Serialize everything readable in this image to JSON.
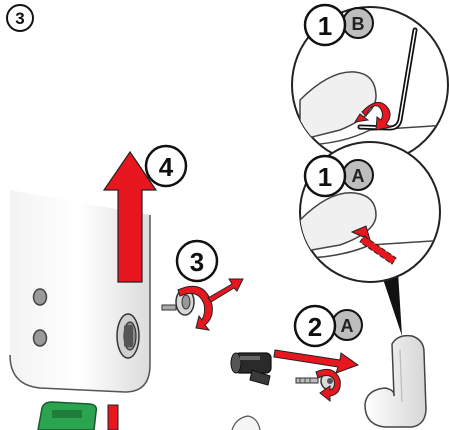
{
  "page_step": "3",
  "callouts": {
    "b": {
      "step": "1",
      "letter": "B"
    },
    "a": {
      "step": "1",
      "letter": "A"
    }
  },
  "steps": {
    "lift": "4",
    "unscrew": "3",
    "remove": {
      "step": "2",
      "letter": "A"
    }
  },
  "colors": {
    "arrow_red": "#e8171f",
    "badge_grey": "#bdbdbd",
    "part_black": "#2a2a2a",
    "part_green": "#2aa44f"
  }
}
